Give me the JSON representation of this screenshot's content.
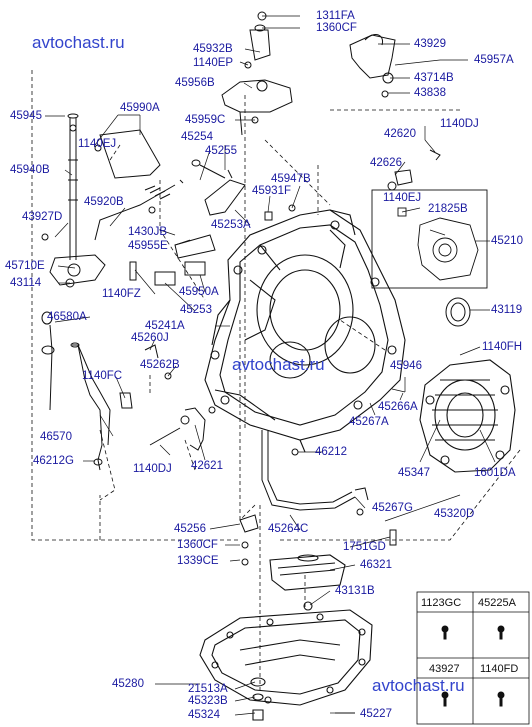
{
  "watermarks": [
    "avtochast.ru",
    "avtochast.ru",
    "avtochast.ru"
  ],
  "labels": {
    "p1311FA": "1311FA",
    "p1360CF_top": "1360CF",
    "p45932B": "45932B",
    "p1140EP": "1140EP",
    "p45956B": "45956B",
    "p45959C": "45959C",
    "p43929": "43929",
    "p45957A": "45957A",
    "p43714B": "43714B",
    "p43838": "43838",
    "p45945": "45945",
    "p45990A": "45990A",
    "p1140EJ_l": "1140EJ",
    "p45940B": "45940B",
    "p45254": "45254",
    "p45255": "45255",
    "p42620": "42620",
    "p1140DJ_top": "1140DJ",
    "p42626": "42626",
    "p45947B": "45947B",
    "p45931F": "45931F",
    "p1140EJ_r": "1140EJ",
    "p21825B": "21825B",
    "p45920B": "45920B",
    "p43927D": "43927D",
    "p1430JB": "1430JB",
    "p45955E": "45955E",
    "p45253A": "45253A",
    "p45210": "45210",
    "p45710E": "45710E",
    "p43114": "43114",
    "p1140FZ": "1140FZ",
    "p45950A": "45950A",
    "p45253": "45253",
    "p43119": "43119",
    "p46580A": "46580A",
    "p45241A": "45241A",
    "p45260J": "45260J",
    "p1140FH": "1140FH",
    "p1140FC": "1140FC",
    "p45262B": "45262B",
    "p45946": "45946",
    "p45266A": "45266A",
    "p45267A": "45267A",
    "p46570": "46570",
    "p46212G": "46212G",
    "p46212": "46212",
    "p45347": "45347",
    "p1601DA": "1601DA",
    "p1140DJ_b": "1140DJ",
    "p42621": "42621",
    "p45267G": "45267G",
    "p45320D": "45320D",
    "p45256": "45256",
    "p45264C": "45264C",
    "p1360CF_b": "1360CF",
    "p1751GD": "1751GD",
    "p1339CE": "1339CE",
    "p46321": "46321",
    "p43131B": "43131B",
    "p45280": "45280",
    "p21513A": "21513A",
    "p45323B": "45323B",
    "p45324": "45324",
    "p45227": "45227"
  },
  "legend_table": {
    "row1": [
      "1123GC",
      "45225A"
    ],
    "row2": [
      "43927",
      "1140FD"
    ]
  },
  "colors": {
    "label": "#1a1aa0",
    "watermark": "#3344cc",
    "line": "#111111"
  }
}
